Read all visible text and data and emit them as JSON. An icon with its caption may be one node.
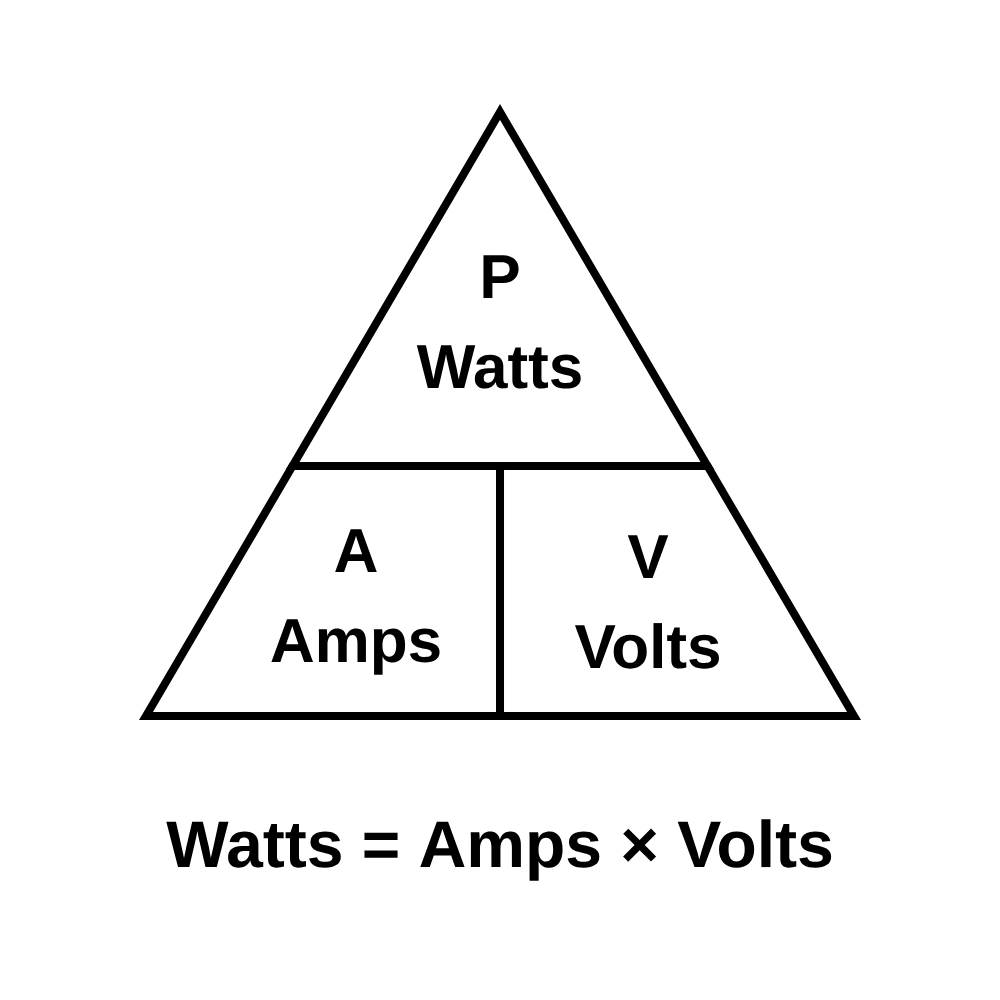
{
  "diagram": {
    "caption": "Watts = Amps × Volts",
    "nodes": [
      {
        "text": [
          "P",
          "Watts"
        ]
      },
      {
        "text": [
          "A",
          "Amps"
        ]
      },
      {
        "text": [
          "V",
          "Volts"
        ]
      }
    ]
  }
}
